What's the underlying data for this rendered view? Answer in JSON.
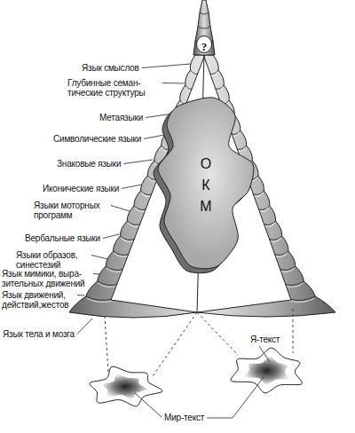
{
  "diagram": {
    "nodes": [
      {
        "text": [
          "?"
        ]
      },
      {
        "text": [
          "ОКМ"
        ]
      }
    ],
    "labels": [
      "Язык смыслов",
      "Глубинные семан- тические структуры",
      "Метаязыки",
      "Символические языки",
      "Знаковые языки",
      "Иконические языки",
      "Языки моторных программ",
      "Вербальные языки",
      "Языки образов, синестезий",
      "Язык мимики, выра- зительных движений",
      "Язык движений, действий,жестов",
      "Язык тела и мозга",
      "Я-текст",
      "Мир-текст"
    ]
  }
}
